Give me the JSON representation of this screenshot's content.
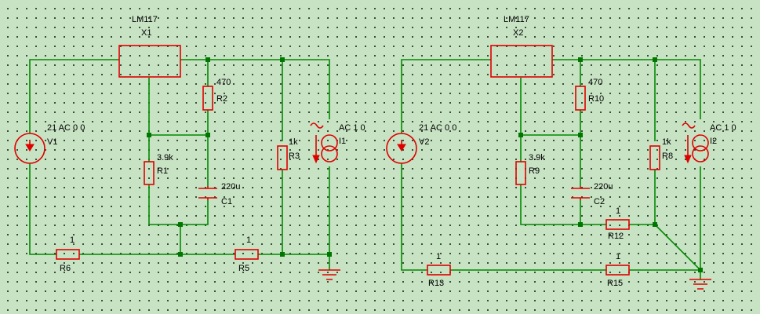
{
  "circuit_1": {
    "regulator": {
      "model": "LM117",
      "ref": "X1"
    },
    "source_v": {
      "value": "21   AC 0 0",
      "ref": "V1"
    },
    "r2": {
      "value": "470",
      "ref": "R2"
    },
    "r1": {
      "value": "3.9k",
      "ref": "R1"
    },
    "c1": {
      "value": "220u",
      "ref": "C1"
    },
    "r3": {
      "value": "1k",
      "ref": "R3"
    },
    "source_i": {
      "value": "AC 1 0",
      "ref": "I1"
    },
    "r6": {
      "value": "1",
      "ref": "R6"
    },
    "r5": {
      "value": "1",
      "ref": "R5"
    }
  },
  "circuit_2": {
    "regulator": {
      "model": "LM117",
      "ref": "X2"
    },
    "source_v": {
      "value": "21   AC 0 0",
      "ref": "V2"
    },
    "r10": {
      "value": "470",
      "ref": "R10"
    },
    "r9": {
      "value": "3.9k",
      "ref": "R9"
    },
    "c2": {
      "value": "220u",
      "ref": "C2"
    },
    "r8": {
      "value": "1k",
      "ref": "R8"
    },
    "source_i": {
      "value": "AC 1 0",
      "ref": "I2"
    },
    "r12": {
      "value": "1",
      "ref": "R12"
    },
    "r13": {
      "value": "1",
      "ref": "R13"
    },
    "r15": {
      "value": "1",
      "ref": "R15"
    }
  },
  "colors": {
    "wire": "#008a00",
    "component": "#e00000",
    "node": "#007800",
    "background": "#c8e2c4"
  }
}
